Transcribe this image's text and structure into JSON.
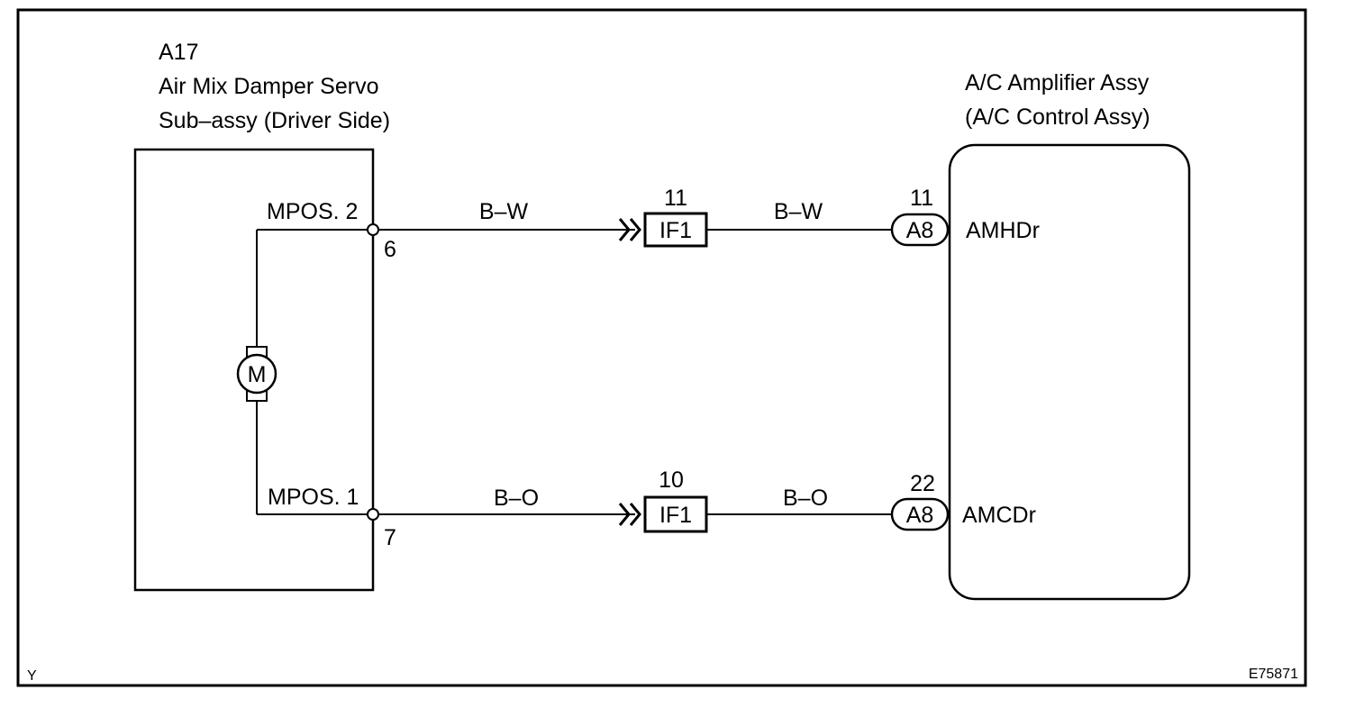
{
  "left_component": {
    "code": "A17",
    "name_line1": "Air Mix Damper Servo",
    "name_line2": "Sub–assy (Driver Side)",
    "motor_symbol": "M",
    "pin_top_label": "MPOS. 2",
    "pin_top_number": "6",
    "pin_bottom_label": "MPOS. 1",
    "pin_bottom_number": "7"
  },
  "right_component": {
    "name_line1": "A/C Amplifier Assy",
    "name_line2": "(A/C Control Assy)",
    "terminal_top": "AMHDr",
    "terminal_bottom": "AMCDr"
  },
  "wires": {
    "top": {
      "color_left": "B–W",
      "color_right": "B–W",
      "connector": "IF1",
      "connector_pin": "11",
      "ecu_connector": "A8",
      "ecu_pin": "11"
    },
    "bottom": {
      "color_left": "B–O",
      "color_right": "B–O",
      "connector": "IF1",
      "connector_pin": "10",
      "ecu_connector": "A8",
      "ecu_pin": "22"
    }
  },
  "footer": {
    "corner_left": "Y",
    "figure_id": "E75871"
  }
}
